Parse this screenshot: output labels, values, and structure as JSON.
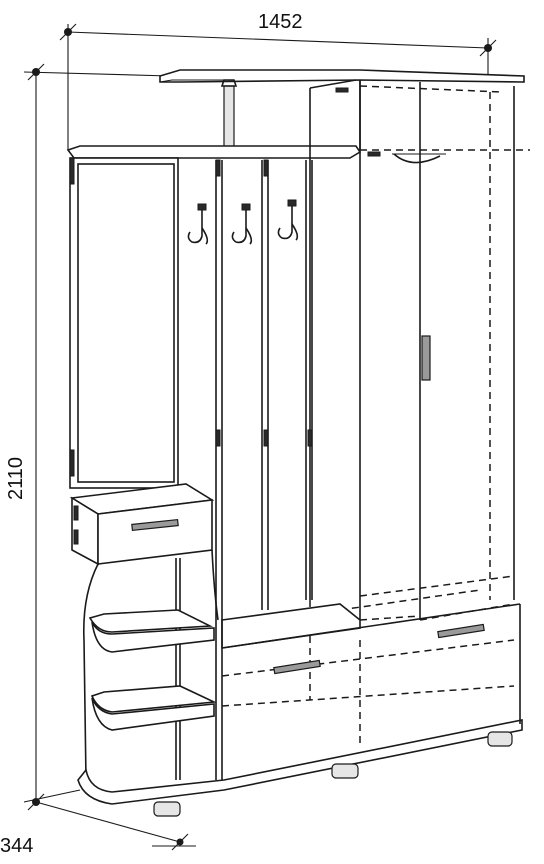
{
  "dimensions": {
    "width_label": "1452",
    "height_label": "2110",
    "depth_label": "344"
  },
  "colors": {
    "line": "#1a1a1a",
    "background": "#ffffff",
    "handle": "#9a9a9a"
  }
}
